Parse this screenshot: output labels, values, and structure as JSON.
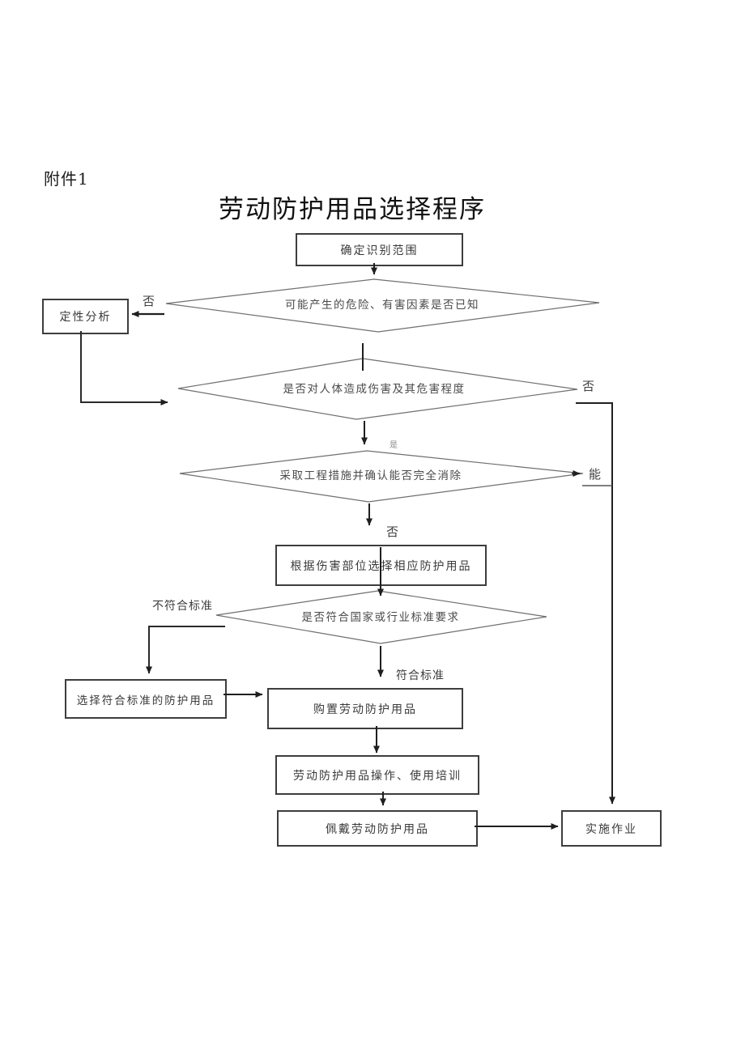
{
  "page": {
    "attachment_label": "附件1",
    "title": "劳动防护用品选择程序"
  },
  "flowchart": {
    "nodes": {
      "identify_scope": "确定识别范围",
      "qualitative_analysis": "定性分析",
      "hazard_known": "可能产生的危险、有害因素是否已知",
      "harm_degree": "是否对人体造成伤害及其危害程度",
      "engineering_measures": "采取工程措施并确认能否完全消除",
      "select_by_injury_part": "根据伤害部位选择相应防护用品",
      "meets_standards": "是否符合国家或行业标准要求",
      "select_standard_ppe": "选择符合标准的防护用品",
      "purchase_ppe": "购置劳动防护用品",
      "training": "劳动防护用品操作、使用培训",
      "wear_ppe": "佩戴劳动防护用品",
      "implement_work": "实施作业"
    },
    "edge_labels": {
      "no_hazard_unknown": "否",
      "yes_harm": "是",
      "no_harm": "否",
      "can_eliminate": "能",
      "cannot_eliminate": "否",
      "not_meet_standard": "不符合标准",
      "meet_standard": "符合标准"
    },
    "colors": {
      "page_background": "#ffffff",
      "connector_line": "#1f1f1f",
      "diamond_stroke": "#6f6f6f",
      "box_border": "#3d3d3d",
      "text": "#3a3a3a"
    }
  }
}
